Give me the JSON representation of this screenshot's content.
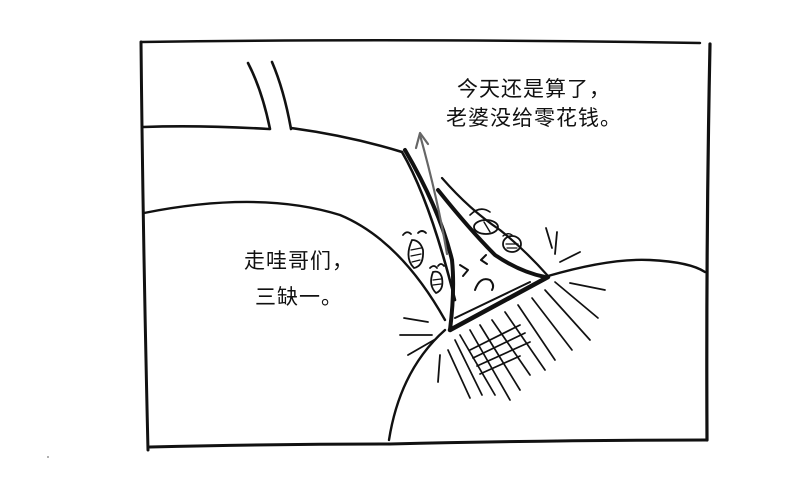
{
  "panel": {
    "description": "Single comic panel, black ink line art on white",
    "ink_color": "#111111",
    "background": "#ffffff"
  },
  "captions": {
    "top_right": {
      "lines": [
        "今天还是算了，",
        "老婆没给零花钱。"
      ]
    },
    "left": {
      "lines": [
        "走哇哥们，",
        "三缺一。"
      ]
    }
  },
  "drawing": {
    "elements": [
      "panel-border",
      "cliff-ledge",
      "left-hill",
      "right-hill",
      "crevice-character",
      "upward-arrow",
      "laughing-faces",
      "impact-lines",
      "crosshatch"
    ]
  }
}
